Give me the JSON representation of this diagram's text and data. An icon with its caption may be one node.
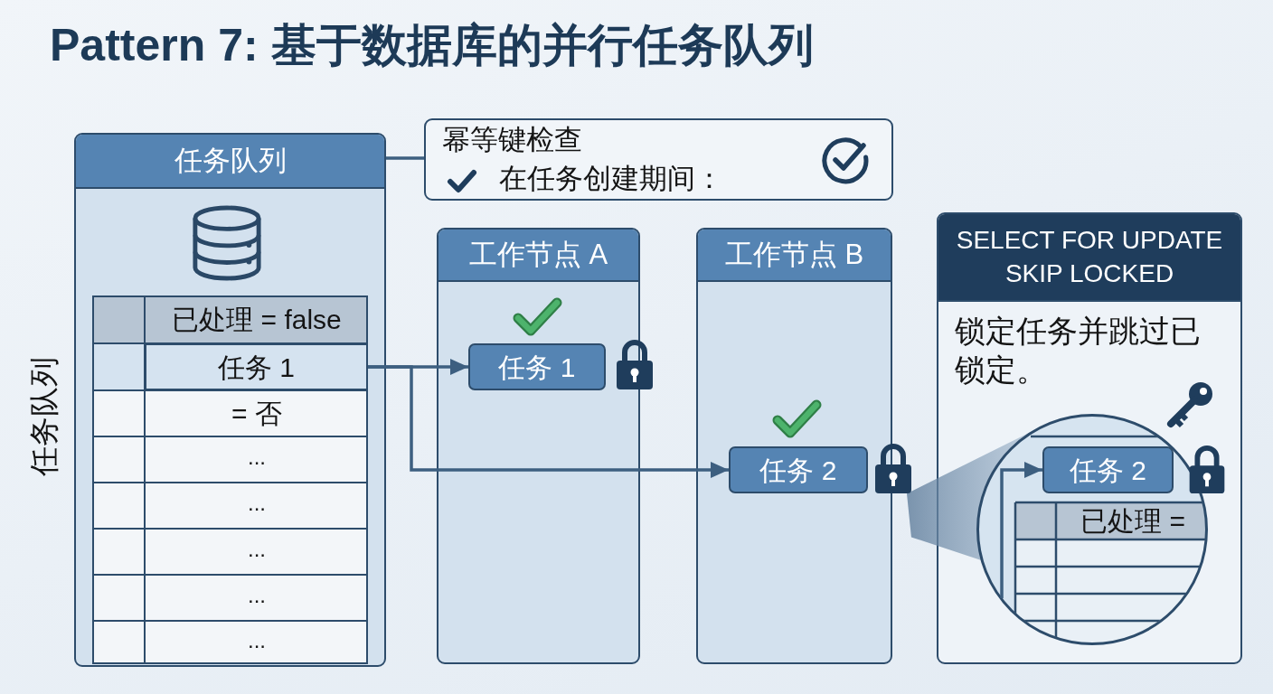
{
  "diagram": {
    "title": "Pattern 7: 基于数据库的并行任务队列",
    "nodes": [
      {
        "text": [
          "任务队列"
        ],
        "beside": [
          "任务队列"
        ]
      },
      {
        "text": [
          "任务 1"
        ],
        "in": 0
      },
      {
        "text": [
          "幂等键检查",
          "在任务创建期间："
        ]
      },
      {
        "text": [
          "工作节点 A"
        ]
      },
      {
        "text": [
          "任务 1"
        ],
        "in": 3
      },
      {
        "text": [
          "工作节点 B"
        ]
      },
      {
        "text": [
          "任务 2"
        ],
        "in": 5
      },
      {
        "text": [
          "SELECT FOR UPDATE SKIP LOCKED",
          "锁定任务并跳过已锁定。"
        ]
      },
      {
        "text": [],
        "shape": "circle",
        "in": 7
      },
      {
        "text": [
          "任务 2"
        ],
        "in": 8
      },
      {
        "text": [],
        "shape": "cone"
      }
    ],
    "edges": [
      {
        "from": 0,
        "to": 2,
        "arrow": "none"
      },
      {
        "from": 1,
        "to": 4,
        "arrow": "to"
      },
      {
        "from": 1,
        "to": 6,
        "arrow": "to"
      },
      {
        "from": null,
        "to": 9,
        "arrow": "to"
      }
    ],
    "labels": [
      "已处理 = false",
      "= 否",
      "...",
      "...",
      "...",
      "...",
      "...",
      "已处理 ="
    ]
  }
}
